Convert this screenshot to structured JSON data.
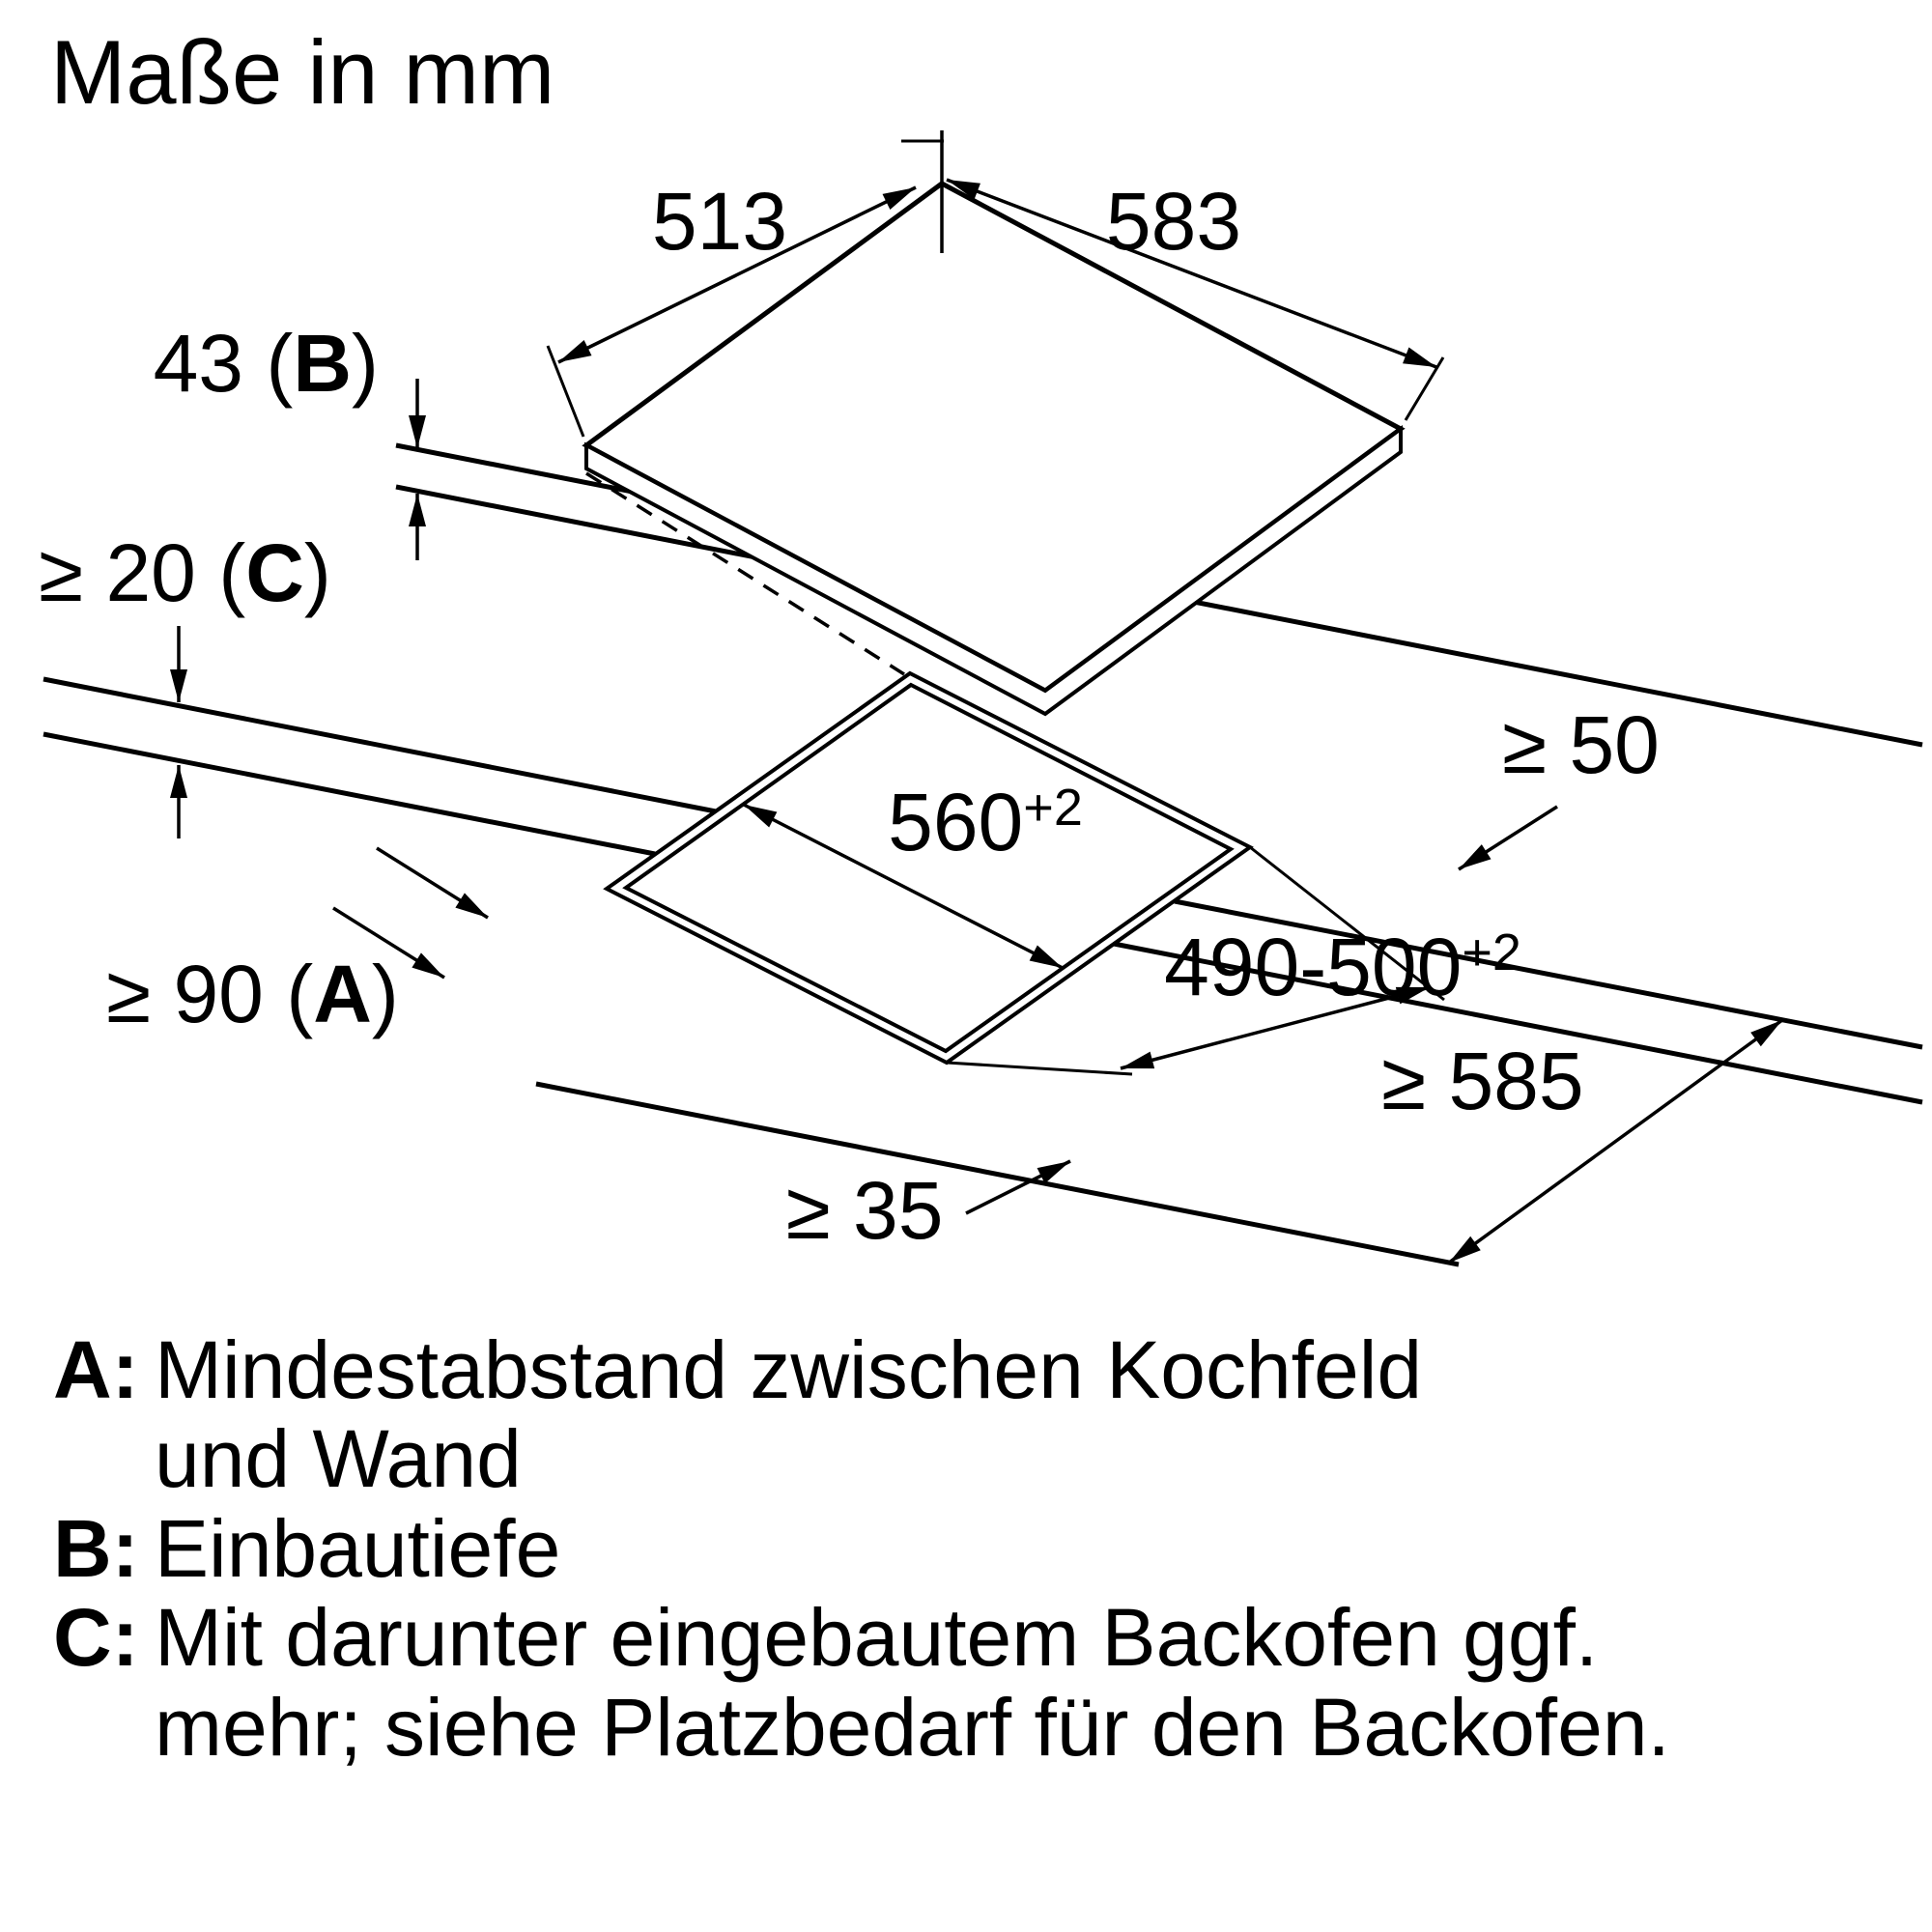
{
  "title": "Maße in mm",
  "dims": {
    "d513": "513",
    "d583": "583",
    "d43": {
      "pre": "43 (",
      "key": "B",
      "post": ")"
    },
    "d20": {
      "pre": "≥ 20 (",
      "key": "C",
      "post": ")"
    },
    "d90": {
      "pre": "≥ 90 (",
      "key": "A",
      "post": ")"
    },
    "d560": {
      "main": "560",
      "sup": "+2"
    },
    "d490": {
      "main": "490-500",
      "sup": "+2"
    },
    "d50": "≥ 50",
    "d585": "≥ 585",
    "d35": "≥ 35"
  },
  "legend": {
    "items": [
      {
        "key": "A",
        "sep": ":",
        "line1": "Mindestabstand zwischen Kochfeld",
        "line2": "und Wand"
      },
      {
        "key": "B",
        "sep": ":",
        "line1": "Einbautiefe",
        "line2": ""
      },
      {
        "key": "C",
        "sep": ":",
        "line1": "Mit darunter eingebautem Backofen ggf.",
        "line2": "mehr; siehe Platzbedarf für den Backofen."
      }
    ]
  },
  "colors": {
    "ink": "#000000",
    "background": "#ffffff"
  }
}
